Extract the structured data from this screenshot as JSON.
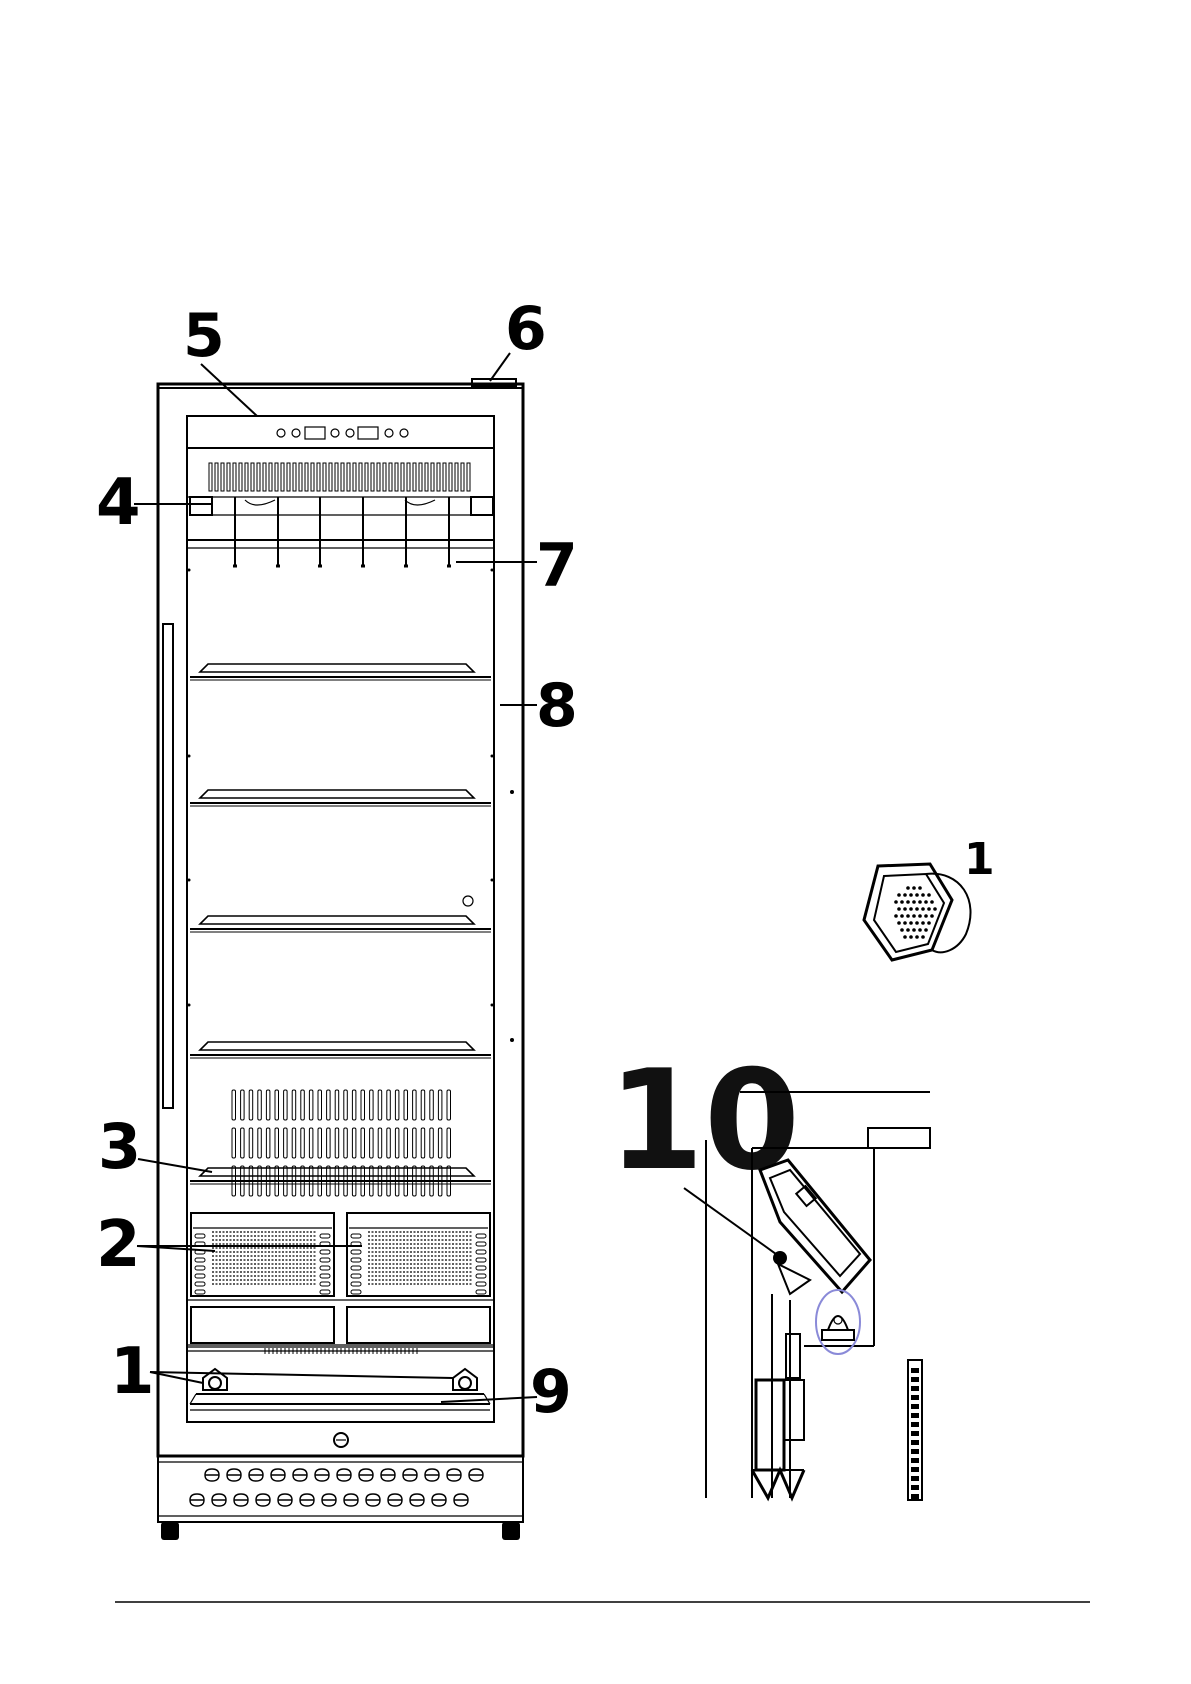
{
  "callouts": {
    "c1": "1",
    "c2": "2",
    "c3": "3",
    "c4": "4",
    "c5": "5",
    "c6": "6",
    "c7": "7",
    "c8": "8",
    "c9": "9",
    "c10": "10",
    "detail_c1": "1"
  },
  "colors": {
    "line": "#000000",
    "highlight": "#8a8ad8"
  }
}
